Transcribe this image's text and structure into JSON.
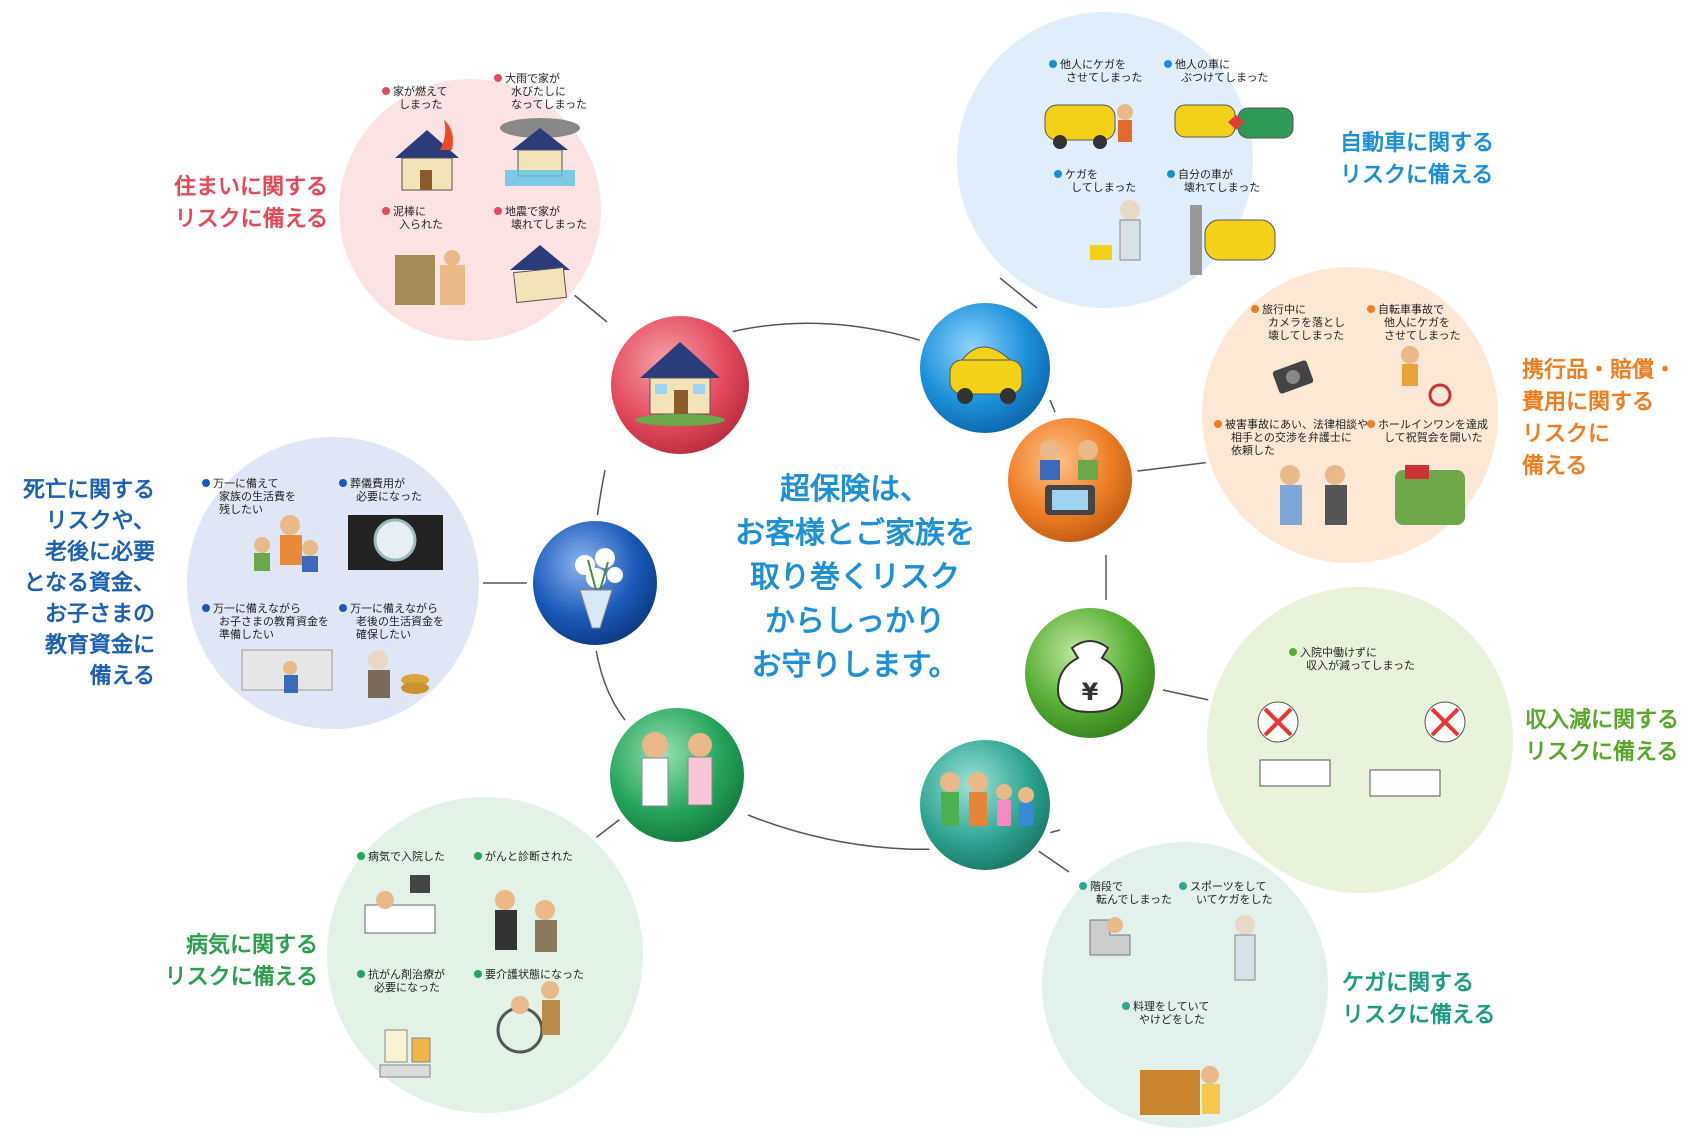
{
  "center_message": [
    "超保険は、",
    "お客様とご家族を",
    "取り巻くリスク",
    "からしっかり",
    "お守りします。"
  ],
  "colors": {
    "house": "#e34b5e",
    "car": "#1a8fd8",
    "camera": "#ee7d24",
    "money": "#56ad33",
    "family": "#2ea592",
    "medical": "#25a45c",
    "flower": "#1959b8",
    "label_house": "#e6485a",
    "label_car": "#1d8fd6",
    "label_camera": "#ef7e22",
    "label_money": "#5aa62c",
    "label_injury": "#1d9b84",
    "label_sick": "#2c9e4d",
    "label_death": "#1d5fb0"
  },
  "categories": {
    "house": {
      "icon": "house-icon",
      "label": [
        "住まいに関する",
        "リスクに備える"
      ],
      "items": [
        {
          "lines": [
            "家が燃えて",
            "しまった"
          ]
        },
        {
          "lines": [
            "大雨で家が",
            "水びたしに",
            "なってしまった"
          ]
        },
        {
          "lines": [
            "泥棒に",
            "入られた"
          ]
        },
        {
          "lines": [
            "地震で家が",
            "壊れてしまった"
          ]
        }
      ]
    },
    "car": {
      "icon": "car-icon",
      "label": [
        "自動車に関する",
        "リスクに備える"
      ],
      "items": [
        {
          "lines": [
            "他人にケガを",
            "させてしまった"
          ]
        },
        {
          "lines": [
            "他人の車に",
            "ぶつけてしまった"
          ]
        },
        {
          "lines": [
            "ケガを",
            "してしまった"
          ]
        },
        {
          "lines": [
            "自分の車が",
            "壊れてしまった"
          ]
        }
      ]
    },
    "camera": {
      "icon": "camera-family-icon",
      "label": [
        "携行品・賠償・",
        "費用に関する",
        "リスクに",
        "備える"
      ],
      "items": [
        {
          "lines": [
            "旅行中に",
            "カメラを落とし",
            "壊してしまった"
          ]
        },
        {
          "lines": [
            "自転車事故で",
            "他人にケガを",
            "させてしまった"
          ]
        },
        {
          "lines": [
            "被害事故にあい、法律相談や",
            "相手との交渉を弁護士に",
            "依頼した"
          ]
        },
        {
          "lines": [
            "ホールインワンを達成",
            "して祝賀会を開いた"
          ]
        }
      ]
    },
    "money": {
      "icon": "money-bag-icon",
      "symbol": "¥",
      "label": [
        "収入減に関する",
        "リスクに備える"
      ],
      "items": [
        {
          "lines": [
            "入院中働けずに",
            "収入が減ってしまった"
          ]
        }
      ]
    },
    "injury": {
      "icon": "family-icon",
      "label": [
        "ケガに関する",
        "リスクに備える"
      ],
      "items": [
        {
          "lines": [
            "階段で",
            "転んでしまった"
          ]
        },
        {
          "lines": [
            "スポーツをして",
            "いてケガをした"
          ]
        },
        {
          "lines": [
            "料理をしていて",
            "やけどをした"
          ]
        }
      ]
    },
    "sick": {
      "icon": "doctor-nurse-icon",
      "label": [
        "病気に関する",
        "リスクに備える"
      ],
      "items": [
        {
          "lines": [
            "病気で入院した"
          ]
        },
        {
          "lines": [
            "がんと診断された"
          ]
        },
        {
          "lines": [
            "抗がん剤治療が",
            "必要になった"
          ]
        },
        {
          "lines": [
            "要介護状態になった"
          ]
        }
      ]
    },
    "death": {
      "icon": "flower-bouquet-icon",
      "label": [
        "死亡に関する",
        "リスクや、",
        "老後に必要",
        "となる資金、",
        "お子さまの",
        "教育資金に",
        "備える"
      ],
      "items": [
        {
          "lines": [
            "万一に備えて",
            "家族の生活費を",
            "残したい"
          ]
        },
        {
          "lines": [
            "葬儀費用が",
            "必要になった"
          ]
        },
        {
          "lines": [
            "万一に備えながら",
            "お子さまの教育資金を",
            "準備したい"
          ]
        },
        {
          "lines": [
            "万一に備えながら",
            "老後の生活資金を",
            "確保したい"
          ]
        }
      ]
    }
  }
}
